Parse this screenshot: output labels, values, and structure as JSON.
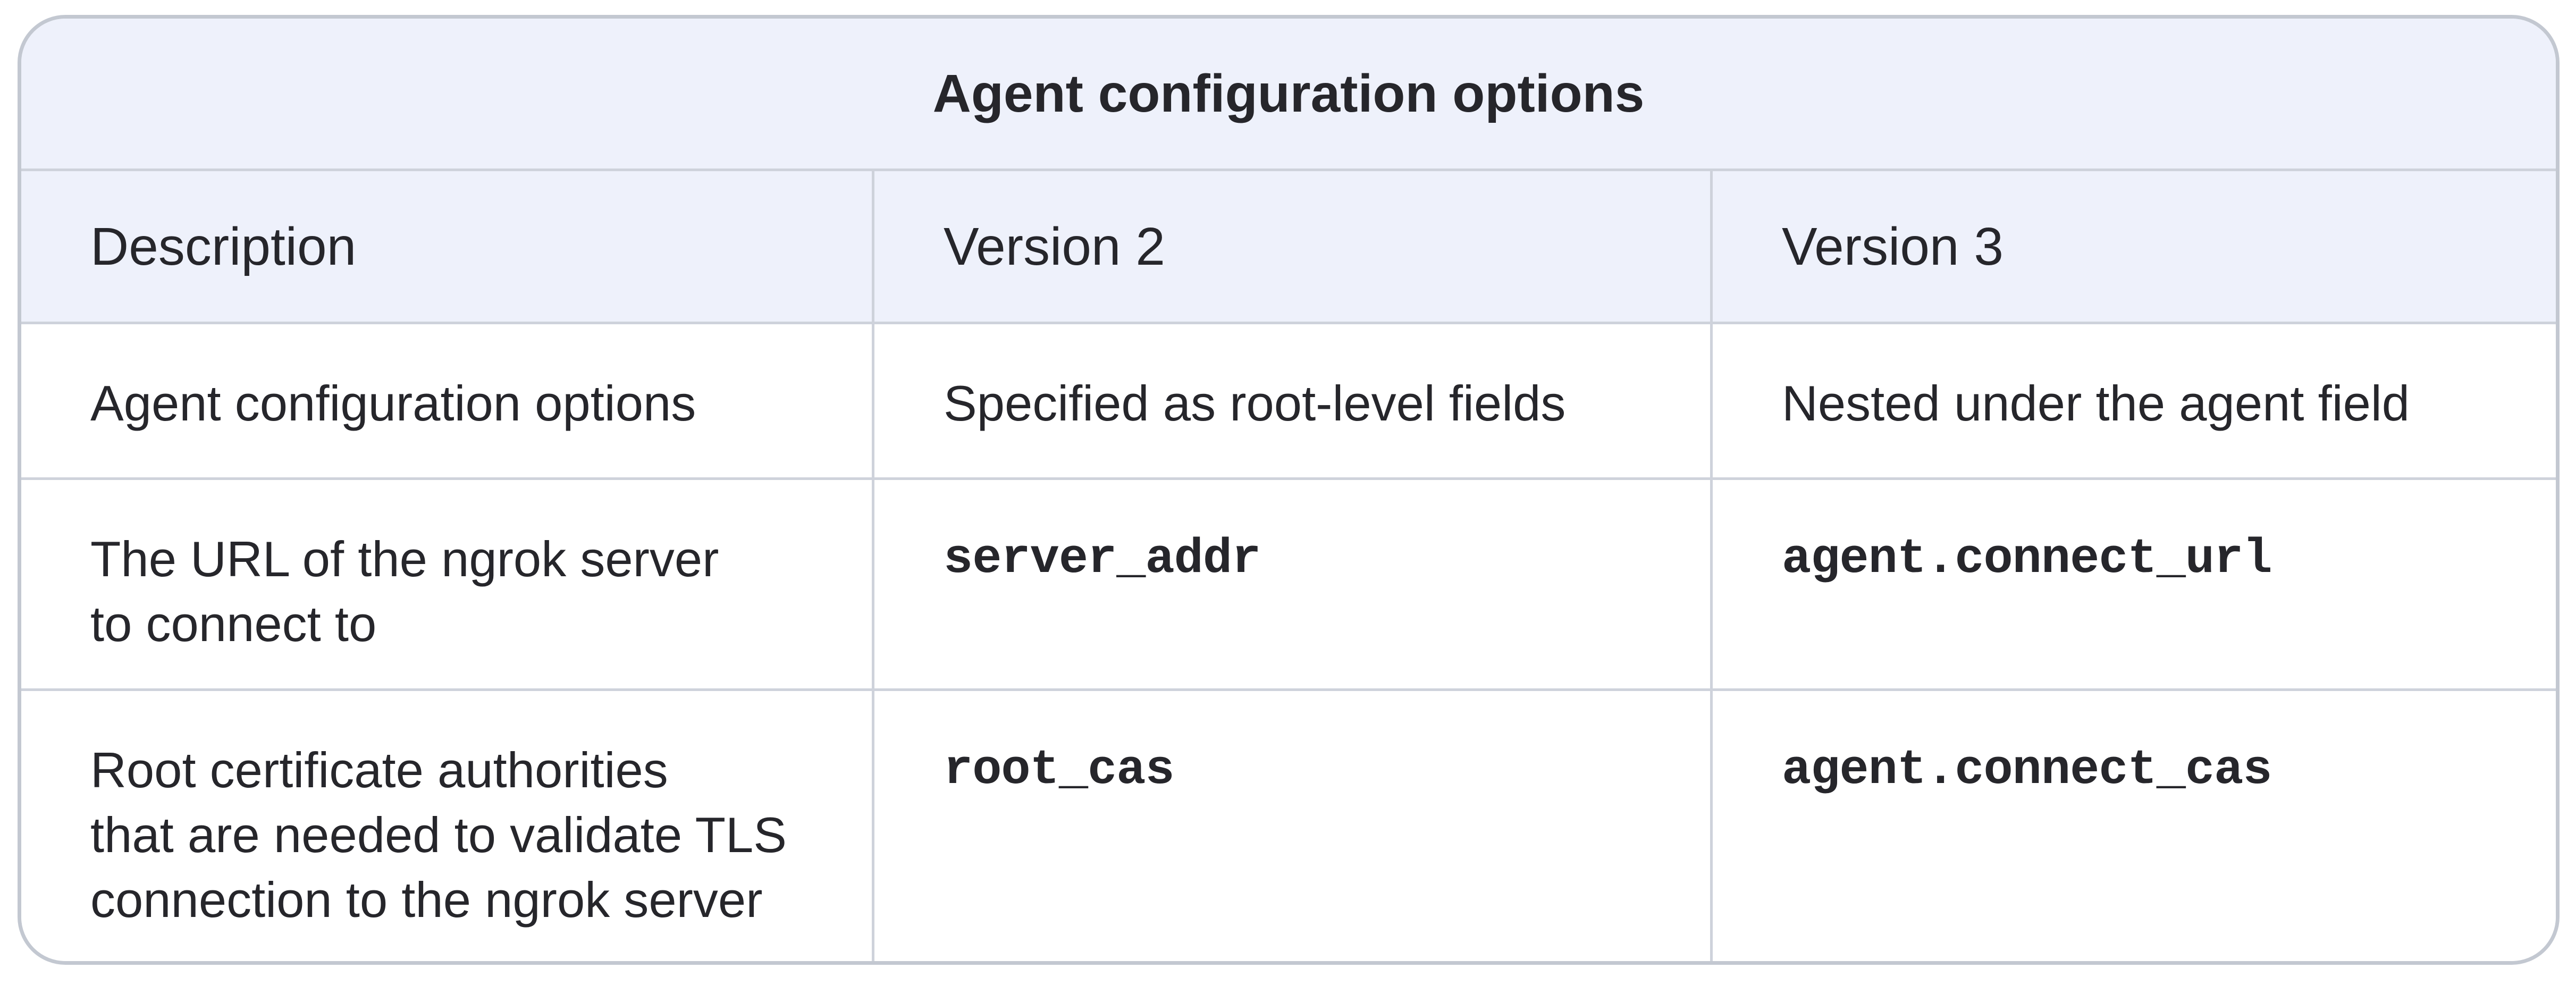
{
  "table": {
    "title": "Agent configuration options",
    "columns": [
      {
        "label": "Description"
      },
      {
        "label": "Version 2"
      },
      {
        "label": "Version 3"
      }
    ],
    "rows": [
      {
        "description": "Agent configuration options",
        "version2": "Specified as root-level fields",
        "version3": "Nested under the agent field"
      },
      {
        "description": "The URL of the ngrok server\nto connect to",
        "version2": "server_addr",
        "version3": "agent.connect_url"
      },
      {
        "description": "Root certificate authorities\nthat are needed to validate TLS\nconnection to the ngrok server",
        "version2": "root_cas",
        "version3": "agent.connect_cas"
      }
    ],
    "colors": {
      "header_background": "#eef1fb",
      "body_background": "#ffffff",
      "outer_border": "#c3c8d1",
      "inner_border": "#ced2db",
      "text": "#26262b"
    }
  }
}
